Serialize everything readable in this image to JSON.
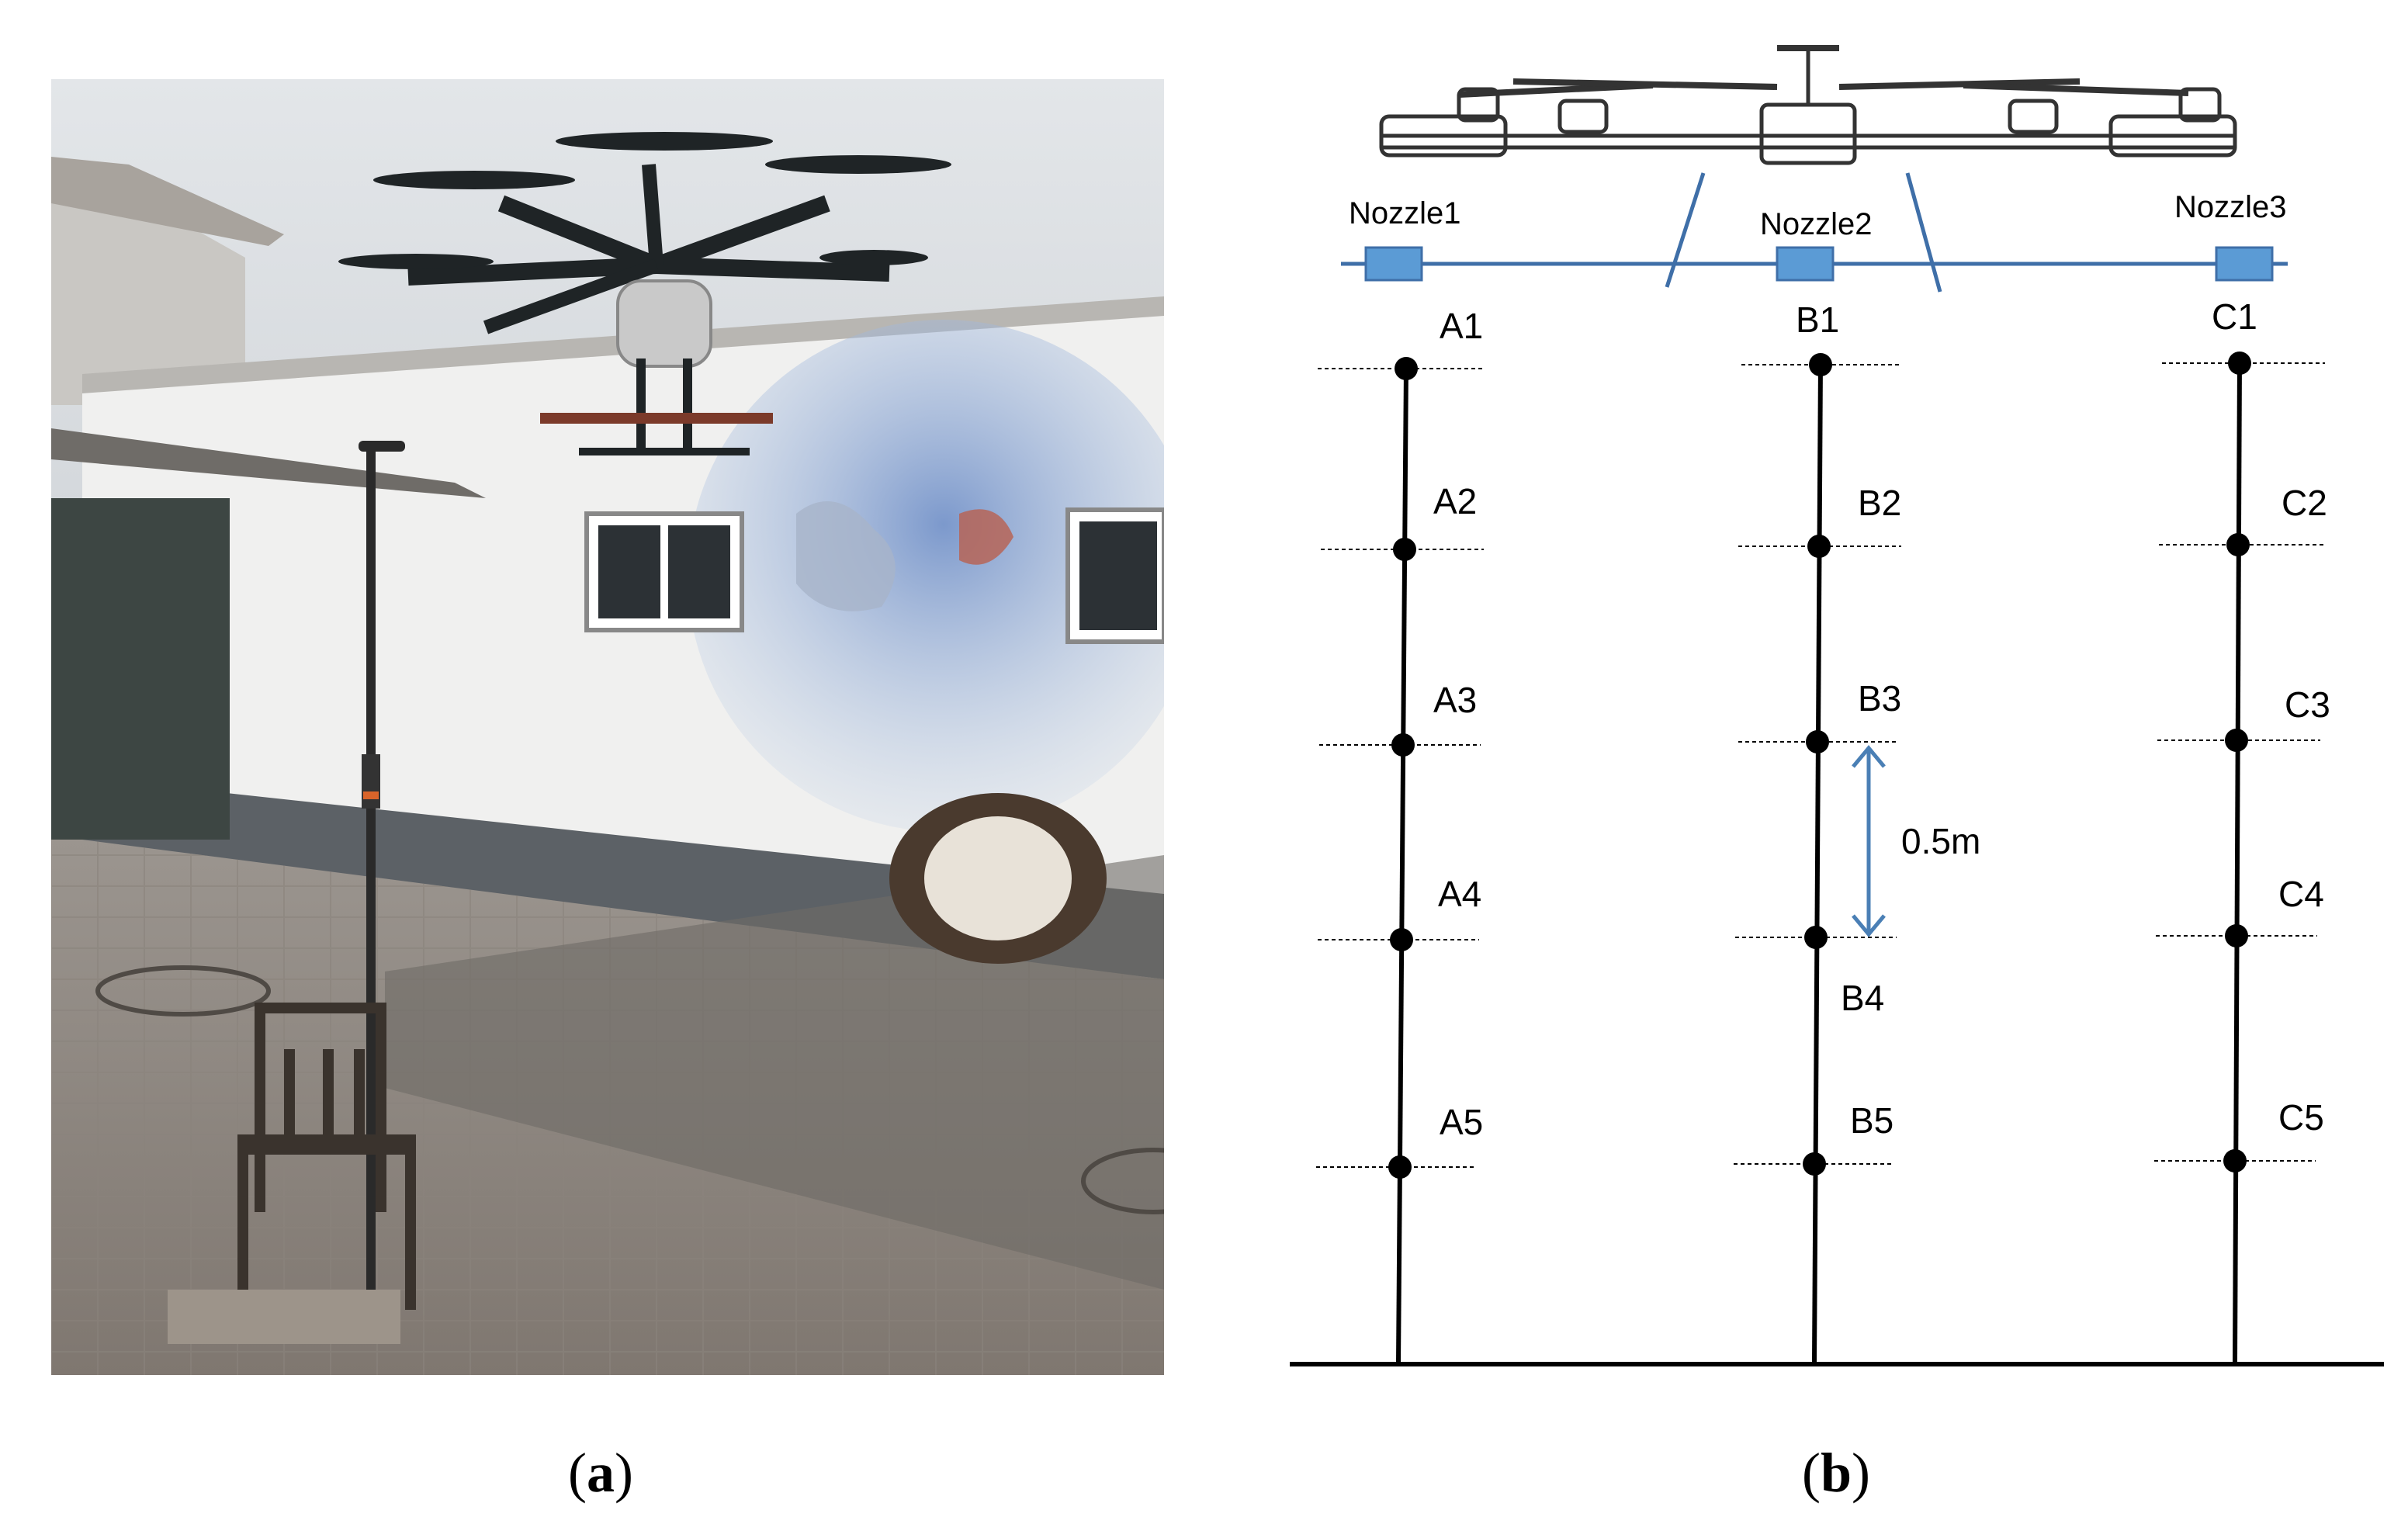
{
  "panels": {
    "a": {
      "caption_open": "(",
      "caption_letter": "a",
      "caption_close": ")"
    },
    "b": {
      "caption_open": "(",
      "caption_letter": "b",
      "caption_close": ")"
    }
  },
  "diagram": {
    "nozzles": [
      "Nozzle1",
      "Nozzle2",
      "Nozzle3"
    ],
    "columns": [
      {
        "points": [
          "A1",
          "A2",
          "A3",
          "A4",
          "A5"
        ]
      },
      {
        "points": [
          "B1",
          "B2",
          "B3",
          "B4",
          "B5"
        ]
      },
      {
        "points": [
          "C1",
          "C2",
          "C3",
          "C4",
          "C5"
        ]
      }
    ],
    "spacing_label": "0.5m",
    "colors": {
      "boom": "#3f6fa8",
      "nozzle": "#5b9bd5",
      "pole": "#000000",
      "dimension": "#4a7fb5"
    }
  }
}
